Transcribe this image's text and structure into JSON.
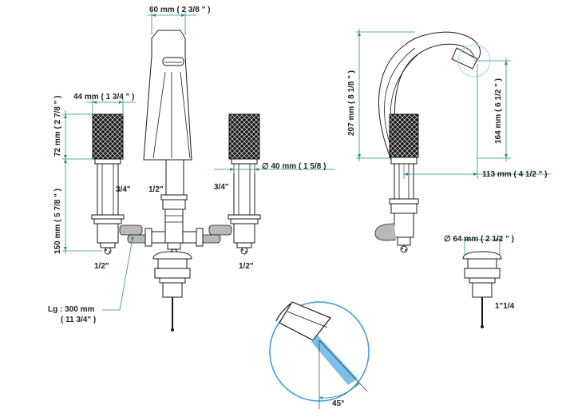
{
  "dimensions": {
    "spout_width": "60 mm ( 2 3/8 \" )",
    "handle_width": "44 mm ( 1 3/4 \" )",
    "handle_height": "72 mm ( 2 7/8 \" )",
    "lower_height": "150 mm ( 5 7/8 \" )",
    "base_diameter": "∅  40 mm ( 1 5/8 )",
    "total_height": "207 mm ( 8 1/8 \" )",
    "outlet_height": "164 mm ( 6 1/2 \" )",
    "reach": "113 mm ( 4 1/2 \" )",
    "drain_diameter": "∅  64 mm ( 2 1/2 \" )",
    "hose_length": "Lg : 300 mm",
    "hose_length_in": "( 11 3/4\" )",
    "angle": "45°"
  },
  "thread_labels": {
    "left_valve_top": "3/4\"",
    "center_top": "1/2\"",
    "right_valve_top": "3/4\"",
    "left_bottom": "1/2\"",
    "right_bottom": "1/2\"",
    "drain_thread": "1\"1/4"
  },
  "colors": {
    "dimension_lines": "#2a8c8c",
    "water_stream": "#3a9ad9",
    "outline": "#1a1a1a",
    "knurl": "#1a1a1a"
  }
}
